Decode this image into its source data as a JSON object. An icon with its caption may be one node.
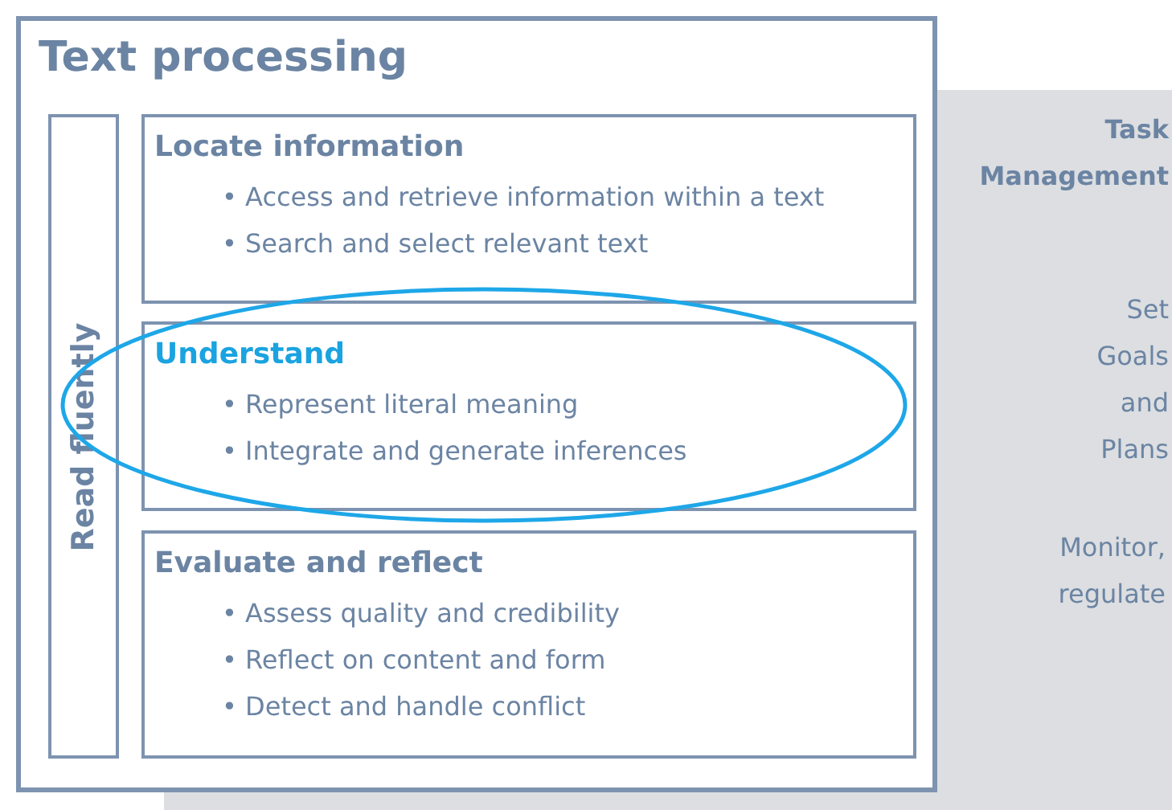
{
  "diagram": {
    "nodes": [
      {
        "text": [
          "Text processing"
        ]
      },
      {
        "text": [
          "Read fluently"
        ],
        "in": 0
      },
      {
        "text": [
          "Locate information",
          "• Access and retrieve information within a text",
          "• Search and select relevant text"
        ],
        "in": 0
      },
      {
        "text": [
          "Understand",
          "• Represent literal meaning",
          "• Integrate and generate inferences"
        ],
        "in": 0
      },
      {
        "text": [
          "Evaluate and reflect",
          "• Assess quality and credibility",
          "• Reflect on content and form",
          "• Detect and handle conflict"
        ],
        "in": 0
      },
      {
        "text": [
          "Task Management",
          "Set Goals and Plans",
          "Monitor, regulate"
        ]
      }
    ],
    "edges": []
  }
}
